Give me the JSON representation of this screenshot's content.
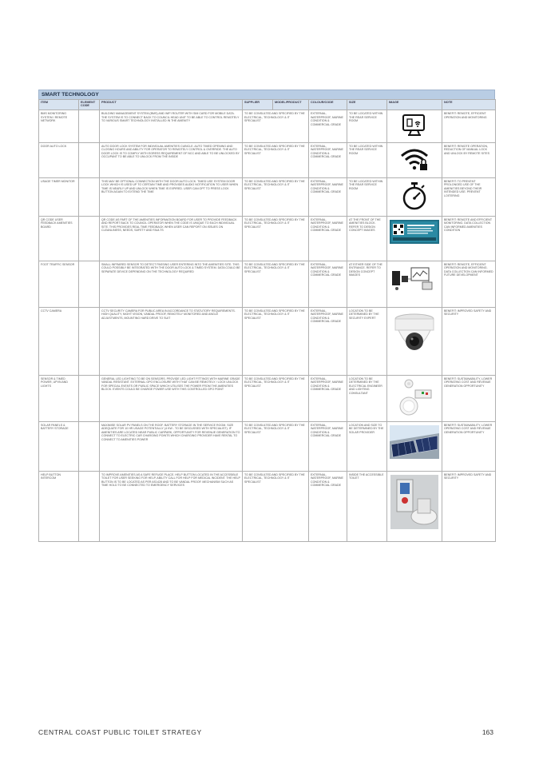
{
  "section_title": "SMART TECHNOLOGY",
  "headers": {
    "item": "ITEM",
    "element_code": "ELEMENT CODE",
    "product": "PRODUCT",
    "supplier": "SUPPLIER",
    "model": "MODEL/PRODUCT",
    "colour": "COLOUR/CODE",
    "size": "SIZE",
    "image": "IMAGE",
    "note": "NOTE"
  },
  "rows": [
    {
      "item": "BMS MONITORING SYSTEM / REMOTE NETWORK",
      "code": "",
      "product": "BUILDING MANAGEMENT SYSTEM (BMS) AND WIFI ROUTER WITH SIM CARD FOR MOBILE DATA. THE SYSTEM IS TO CONNECT BACK TO COUNCIL HEAD UNIT TO BE ABLE TO CONTROL REMOTELY TO VARIOUS SMART TECHNOLOGY INSTALLED IN THE AMENITY",
      "supplier": "TO BE CONSULTED AND SPECIFIED BY THE ELECTRICAL, TECHNOLOGY & IT SPECIALIST",
      "model": "",
      "colour": "EXTERNAL, WATERPROOF, MARINE CONDITION & COMMERCIAL GRADE",
      "size": "TO BE LOCATED WITHIN THE REAR SERVICE ROOM",
      "image": "bms-icon",
      "note": "BENEFIT: REMOTE, EFFICIENT OPERATION AND MONITORING"
    },
    {
      "item": "DOOR AUTO LOCK",
      "code": "",
      "product": "AUTO DOOR LOCK SYSTEM FOR INDIVIDUAL AMENITIES CUBICLE. AUTO TIMED OPENING AND CLOSING HOURS AND ABILITY FOR OPERATOR TO REMOTELY CONTROL & OVERRIDE. THE AUTO DOOR LOCK IS TO COMPLY WITH EGRESS REQUIREMENT OF NCC AND ABLE TO BE UNLOCKED BY OCCUPANT TO BE ABLE TO UNLOCK FROM THE INSIDE",
      "supplier": "TO BE CONSULTED AND SPECIFIED BY THE ELECTRICAL, TECHNOLOGY & IT SPECIALIST",
      "model": "",
      "colour": "EXTERNAL, WATERPROOF, MARINE CONDITION & COMMERCIAL GRADE",
      "size": "TO BE LOCATED WITHIN THE REAR SERVICE ROOM",
      "image": "wifi-lock-icon",
      "note": "BENEFIT: REMOTE OPERATION, REDUCTION OF MANUAL LOCK AND UNLOCK BY REMOTE SITES"
    },
    {
      "item": "USAGE TIMER MONITOR",
      "code": "",
      "product": "THIS MAY BE OPTIONAL CONNECTION WITH THE DOOR AUTO LOCK. TIMED USE SYSTEM DOOR LOCK WHICH IS USED UP TO CERTAIN TIME AND PROVIDES AUDIO NOTIFICATION TO USER WHEN TIME IS NEARLY UP AND UNLOCK WHEN TIME IS EXPIRED. USER CAN OPT TO PRESS LOCK BUTTON AGAIN TO EXTEND THE TIME",
      "supplier": "TO BE CONSULTED AND SPECIFIED BY THE ELECTRICAL, TECHNOLOGY & IT SPECIALIST",
      "model": "",
      "colour": "EXTERNAL, WATERPROOF, MARINE CONDITION & COMMERCIAL GRADE",
      "size": "TO BE LOCATED WITHIN THE REAR SERVICE ROOM",
      "image": "timer-icon",
      "note": "BENEFIT: TO PREVENT PROLONGED USE OF THE AMENITIES BEYOND THEIR INTENDED USE. PREVENT LOITERING"
    },
    {
      "item": "QR CODE USER FEEDBACK AMENITIES BOARD",
      "code": "",
      "product": "QR CODE AS PART OF THE AMENITIES INFORMATION BOARD FOR USER TO PROVIDE FEEDBACK AND REPORT BACK TO COUNCIL OPERATOR WHEN THE CODE IS UNIQUE TO EACH INDIVIDUAL SITE. THIS PROVIDES REAL TIME FEEDBACK WHEN USER CAN REPORT ON ISSUES ON CLEANLINESS, NEEDS, SAFETY AND FAULTS",
      "supplier": "TO BE CONSULTED AND SPECIFIED BY THE ELECTRICAL, TECHNOLOGY & IT SPECIALIST",
      "model": "",
      "colour": "EXTERNAL, WATERPROOF, MARINE CONDITION & COMMERCIAL GRADE",
      "size": "AT THE FRONT OF THE AMENITIES BLOCK. REFER TO DESIGN CONCEPT IMAGES",
      "image": "qr-board-image",
      "note": "BENEFIT: REMOTE AND EFFICIENT MONITORING. DATA COLLECTION CAN INFORMED AMENITIES CONDITION"
    },
    {
      "item": "FOOT TRAFFIC SENSOR",
      "code": "",
      "product": "SMALL INFRARED SENSOR TO DETECT PASSING USER ENTERING INTO THE AMENITIES SITE. THIS COULD POSSIBLY BE INTEGRATED WITH THE DOOR AUTO LOCK & TIMED SYSTEM. DATA COULD BE SEPARATE DEVICE DEPENDING ON THE TECHNOLOGY REQUIRED",
      "supplier": "TO BE CONSULTED AND SPECIFIED BY THE ELECTRICAL, TECHNOLOGY & IT SPECIALIST",
      "model": "",
      "colour": "EXTERNAL, WATERPROOF, MARINE CONDITION & COMMERCIAL GRADE",
      "size": "AT EITHER SIDE OF THE ENTRANCE. REFER TO DESIGN CONCEPT IMAGES",
      "image": "sensor-devices-image",
      "note": "BENEFIT: REMOTE, EFFICIENT OPERATION AND MONITORING. DATA COLLECTION CAN INFORMED FUTURE DEVELOPMENT"
    },
    {
      "item": "CCTV CAMERA",
      "code": "",
      "product": "CCTV SECURITY CAMERA FOR PUBLIC AREA IN ACCORDANCE TO STATUTORY REQUIREMENTS. HIGH QUALITY, NIGHT VISION, VANDAL PROOF, REMOTELY MONITORED AND ANGLE ADJUSTMENTS, MOUNTING HARD DRIVE TO SUIT",
      "supplier": "TO BE CONSULTED AND SPECIFIED BY THE ELECTRICAL, TECHNOLOGY & IT SPECIALIST",
      "model": "",
      "colour": "EXTERNAL, WATERPROOF, MARINE CONDITION & COMMERCIAL GRADE",
      "size": "LOCATION TO BE DETERMINED BY THE SECURITY EXPERT",
      "image": "cctv-camera-image",
      "note": "BENEFIT: IMPROVED SAFETY AND SECURITY"
    },
    {
      "item": "SENSOR & TIMED POWER, UPVN AND LIGHTS",
      "code": "",
      "product": "GENERAL LED LIGHTING TO BE ON SENSORS. PROVIDE LED LIGHT FITTINGS WITH MARINE GRADE VANDAL RESISTANT. EXTERNAL GPO ENCLOSURE WITH THAT CAN BE REMOTELY / LOCK UNLOCK FOR SPECIAL EVENTS OR PUBLIC SPACE WHICH UTILISES THE POWER FROM THE AMENITIES BLOCK. EVENTS COULD BE CHARGE POWER USE WITH THIS CONTROLLED GPO POINT",
      "supplier": "TO BE CONSULTED AND SPECIFIED BY THE ELECTRICAL, TECHNOLOGY & IT SPECIALIST",
      "model": "",
      "colour": "EXTERNAL, WATERPROOF, MARINE CONDITION & COMMERCIAL GRADE",
      "size": "LOCATION TO BE DETERMINED BY THE ELECTRICAL ENGINEER AND LIGHTING CONSULTANT",
      "image": "sensor-lights-image",
      "note": "BENEFIT: SUSTAINABILITY, LOWER OPERATING COST AND REVENUE GENERATION OPPORTUNITY"
    },
    {
      "item": "SOLAR PANELS & BATTERY STORAGE",
      "code": "",
      "product": "MAXIMISE SOLAR PV PANELS ON THE ROOF. BATTERY STORAGE IN THE SERVICE ROOM. SIZE ADEQUATE FOR 10 HR USAGE POTENTIALLY (4 KW - TO BE DISCUSSED WITH SPECIALIST). IF AMENITIES ARE LOCATED NEAR PUBLIC CARPARK, OPPORTUNITY FOR REVENUE GENERATION TO CONNECT TO ELECTRIC CAR CHARGING POINTS WHICH CHARGING PROVIDER HAVE RENTAL TO CONNECT TO AMENITIES POWER",
      "supplier": "TO BE CONSULTED AND SPECIFIED BY THE ELECTRICAL, TECHNOLOGY & IT SPECIALIST",
      "model": "",
      "colour": "EXTERNAL, WATERPROOF, MARINE CONDITION & COMMERCIAL GRADE",
      "size": "LOCATION AND SIZE TO BE DETERMINED BY THE SOLAR PROVIDER",
      "image": "solar-panels-image",
      "note": "BENEFIT: SUSTAINABILITY, LOWER OPERATING COST AND REVENUE GENERATION OPPORTUNITY"
    },
    {
      "item": "HELP BUTTON INTERCOM",
      "code": "",
      "product": "TO IMPROVE AMENITIES AS A SAFE REFUGE PLACE. HELP BUTTON LOCATED IN THE ACCESSIBLE TOILET FOR USER SEEKING FOR HELP, ABILITY CALL FOR HELP FOR MEDICAL INCIDENT. THE HELP BUTTON IS TO BE LOCATED AS PER AS1428 AND TO BE VANDAL PROOF. MECHANISM SUCH AS TIME HOLD TO BE CONNECTED TO EMERGENCY SERVICES",
      "supplier": "TO BE CONSULTED AND SPECIFIED BY THE ELECTRICAL, TECHNOLOGY & IT SPECIALIST",
      "model": "",
      "colour": "EXTERNAL, WATERPROOF, MARINE CONDITION & COMMERCIAL GRADE",
      "size": "INSIDE THE ACCESSIBLE TOILET",
      "image": "help-button-image",
      "note": "BENEFIT: IMPROVED SAFETY AND SECURITY"
    }
  ],
  "footer": {
    "title": "CENTRAL COAST PUBLIC TOILET STRATEGY",
    "page": "163"
  }
}
